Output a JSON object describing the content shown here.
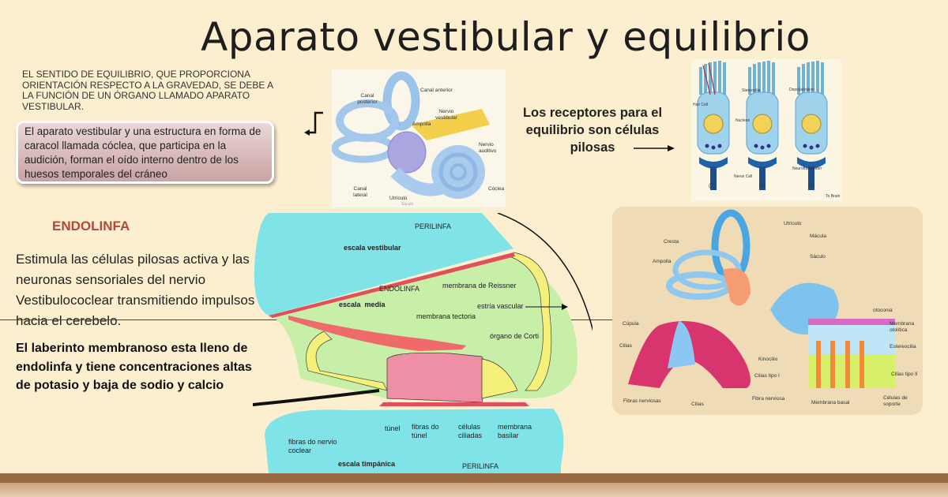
{
  "title": "Aparato vestibular y equilibrio",
  "intro_text": "EL SENTIDO DE EQUILIBRIO, QUE PROPORCIONA ORIENTACIÓN RESPECTO A LA GRAVEDAD, SE DEBE A LA FUNCIÓN DE UN ÓRGANO LLAMADO APARATO VESTIBULAR.",
  "callout_text": "El aparato vestibular y una estructura en forma de caracol llamada cóclea, que participa en la audición, forman el oído interno dentro de los huesos temporales del cráneo",
  "receptors_text": "Los receptores para el equilibrio son células pilosas",
  "endolinfa_heading": "ENDOLINFA",
  "paragraph1": "Estimula las células pilosas activa y las neuronas sensoriales del nervio Vestibulococlear transmitiendo impulsos hacia el cerebelo.",
  "paragraph2": "El laberinto membranoso esta lleno de endolinfa y tiene concentraciones altas de potasio y baja de sodio y calcio",
  "inner_ear_figure": {
    "labels": [
      "Canal anterior",
      "Canal posterior",
      "Nervio vestibular",
      "Ampolla",
      "Nervio auditivo",
      "Canal lateral",
      "Utrículo",
      "Cóclea",
      "Sáculo"
    ]
  },
  "hair_cell_figure": {
    "labels": [
      "Stereocilia",
      "Hair Cell",
      "Nucleus",
      "Nerve Cell",
      "Depolarization",
      "Neurotransmitter",
      "(1)",
      "(2)",
      "(3)",
      "To Brain"
    ]
  },
  "cochlea_figure": {
    "labels": [
      "PERILINFA",
      "escala vestibular",
      "membrana de Reissner",
      "ENDOLINFA",
      "escala  media",
      "estría vascular",
      "membrana tectoria",
      "órgano de Corti",
      "túnel",
      "fibras do túnel",
      "células ciliadas",
      "membrana basilar",
      "fibras do nervio coclear",
      "escala timpánica",
      "PERILINFA"
    ]
  },
  "vestibule_figure": {
    "labels": [
      "Utrículo",
      "Mácula",
      "Sáculo",
      "Cresta",
      "Ampolla",
      "otoconia",
      "Membrana otolítica",
      "Estereocilia",
      "Cúpula",
      "Cilias",
      "Kinocilio",
      "Cilias tipo I",
      "Cilias tipo II",
      "Fibras nerviosas",
      "Cilias",
      "Fibra nerviosa",
      "Membrana basal",
      "Células de soporte"
    ]
  },
  "colors": {
    "background": "#fcefd0",
    "perilymph": "#7fe3e8",
    "endolymph": "#c7efa8",
    "corti": "#ef8fa6",
    "cells": "#f5f07a",
    "heading": "#b3473a"
  }
}
